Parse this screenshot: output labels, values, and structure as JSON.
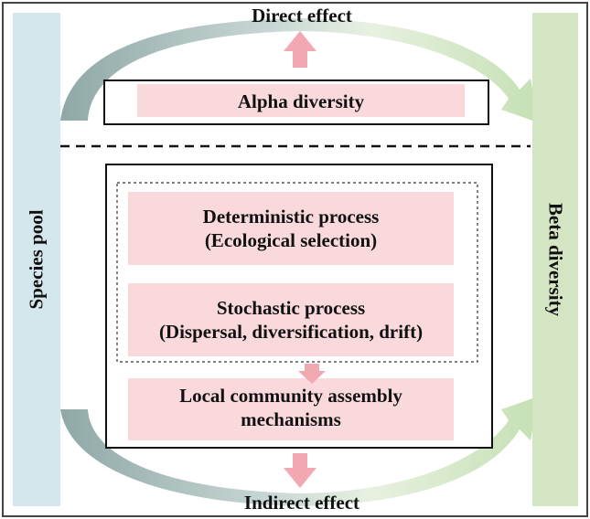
{
  "diagram": {
    "top_label": "Direct effect",
    "bottom_label": "Indirect effect",
    "left_bar": "Species pool",
    "right_bar": "Beta diversity",
    "alpha_box": "Alpha diversity",
    "deterministic": {
      "line1": "Deterministic process",
      "line2": "(Ecological selection)"
    },
    "stochastic": {
      "line1": "Stochastic process",
      "line2": "(Dispersal, diversification, drift)"
    },
    "local": {
      "line1": "Local community assembly",
      "line2": "mechanisms"
    }
  },
  "colors": {
    "left_bar": "#d4e7ec",
    "right_bar": "#d3e5c2",
    "pink_box": "#f9d9dc",
    "pink_arrow": "#f2a8b0",
    "arc_grey": "#8fa8a6",
    "arc_green": "#c5e0b4"
  }
}
